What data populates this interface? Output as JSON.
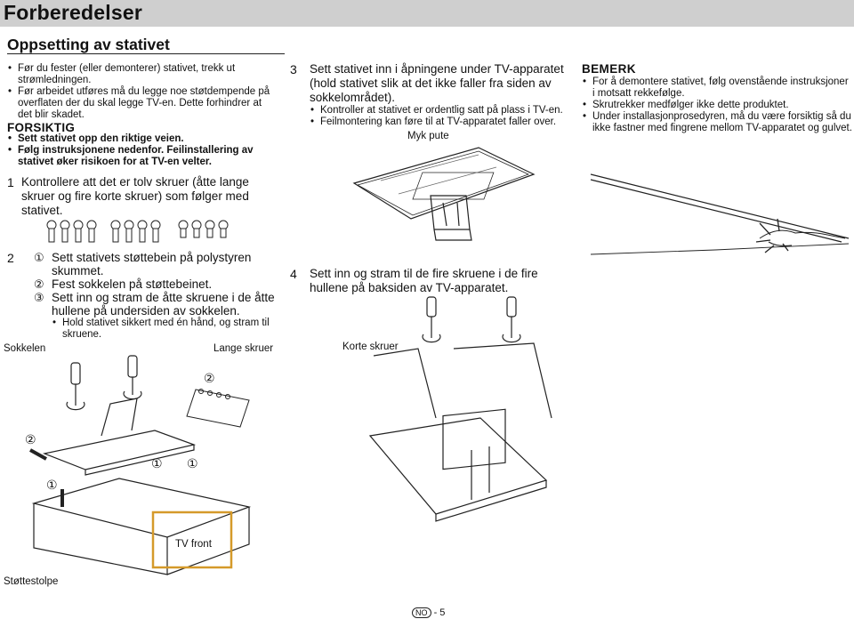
{
  "header": {
    "title": "Forberedelser"
  },
  "section": {
    "title": "Oppsetting av stativet"
  },
  "intro_bullets": [
    "Før du fester (eller demonterer) stativet, trekk ut strømledningen.",
    "Før arbeidet utføres må du legge noe støtdempende på overflaten der du skal legge TV-en. Dette forhindrer at det blir skadet."
  ],
  "caution": {
    "title": "FORSIKTIG",
    "bullets": [
      "Sett stativet opp den riktige veien.",
      "Følg instruksjonene nedenfor. Feilinstallering av stativet øker risikoen for at TV-en velter."
    ]
  },
  "step1": {
    "num": "1",
    "text": "Kontrollere att det er tolv skruer (åtte lange skruer og fire korte skruer) som følger med stativet."
  },
  "step2": {
    "num": "2",
    "items": [
      {
        "mark": "①",
        "text": "Sett stativets støttebein på polystyren skummet."
      },
      {
        "mark": "②",
        "text": "Fest sokkelen på støttebeinet."
      },
      {
        "mark": "③",
        "text": "Sett inn og stram de åtte skruene i de åtte hullene på undersiden av sokkelen."
      }
    ],
    "bullet": "Hold stativet sikkert med én hånd, og stram til skruene."
  },
  "step3": {
    "num": "3",
    "text": "Sett stativet inn i åpningene under TV-apparatet (hold stativet slik at det ikke faller fra siden av sokkelområdet).",
    "bullets": [
      "Kontroller at stativet er ordentlig satt på plass i TV-en.",
      "Feilmontering kan føre til at TV-apparatet faller over."
    ]
  },
  "step4": {
    "num": "4",
    "text": "Sett inn og stram til de fire skruene i de fire hullene på baksiden av TV-apparatet."
  },
  "note": {
    "title": "BEMERK",
    "bullets": [
      "For å demontere stativet, følg ovenstående instruksjoner i motsatt rekkefølge.",
      "Skrutrekker medfølger ikke dette produktet.",
      "Under installasjonprosedyren, må du være forsiktig så du ikke fastner med fingrene mellom TV-apparatet og gulvet."
    ]
  },
  "labels": {
    "myk_pute": "Myk pute",
    "sokkelen": "Sokkelen",
    "lange_skruer": "Lange skruer",
    "korte_skruer": "Korte skruer",
    "tv_front": "TV front",
    "stottestolpe": "Støttestolpe",
    "mark1": "①",
    "mark2": "②"
  },
  "footer": {
    "lang": "NO",
    "page": "- 5"
  }
}
